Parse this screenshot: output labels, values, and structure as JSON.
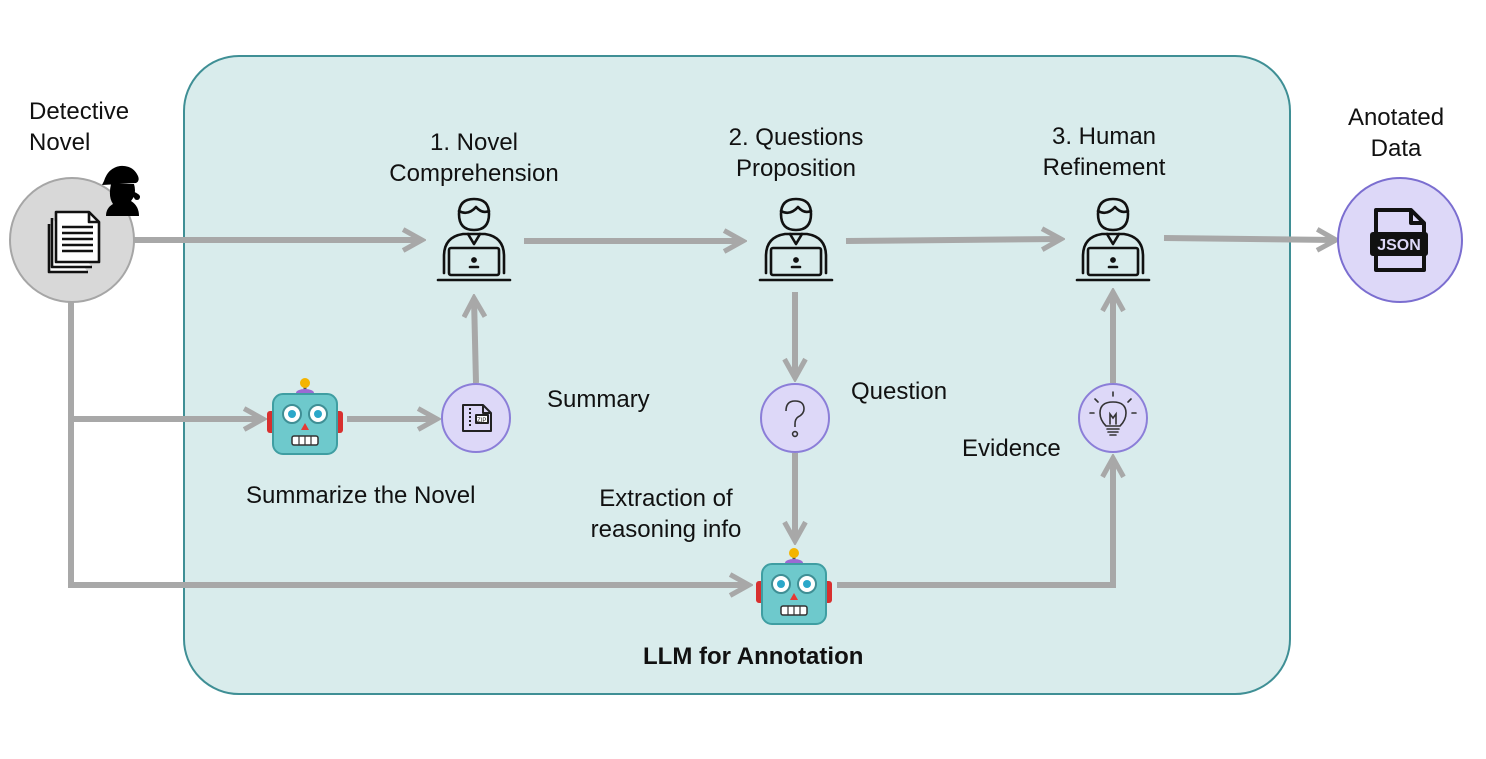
{
  "source": {
    "title_line1": "Detective",
    "title_line2": "Novel"
  },
  "output": {
    "title_line1": "Anotated",
    "title_line2": "Data",
    "file_badge": "JSON"
  },
  "steps": [
    {
      "line1": "1. Novel",
      "line2": "Comprehension"
    },
    {
      "line1": "2. Questions",
      "line2": "Proposition"
    },
    {
      "line1": "3. Human",
      "line2": "Refinement"
    }
  ],
  "labels": {
    "summarize": "Summarize the Novel",
    "summary": "Summary",
    "question": "Question",
    "evidence": "Evidence",
    "extraction_line1": "Extraction of",
    "extraction_line2": "reasoning info",
    "llm_annotation": "LLM for Annotation"
  },
  "icons": {
    "document": "document-stack-icon",
    "detective": "detective-silhouette-icon",
    "annotator": "person-at-laptop-icon",
    "robot": "robot-icon",
    "summary_file": "zip-file-icon",
    "question": "question-mark-icon",
    "evidence": "lightbulb-icon",
    "json": "json-file-icon"
  },
  "colors": {
    "panel_fill": "#d9ecec",
    "panel_border": "#3f8f95",
    "arrow": "#a8a8a8",
    "source_circle": "#d8d8d8",
    "node_fill": "#ddd8f8",
    "node_border": "#8b7ed8",
    "robot_body": "#6ec9cc"
  }
}
